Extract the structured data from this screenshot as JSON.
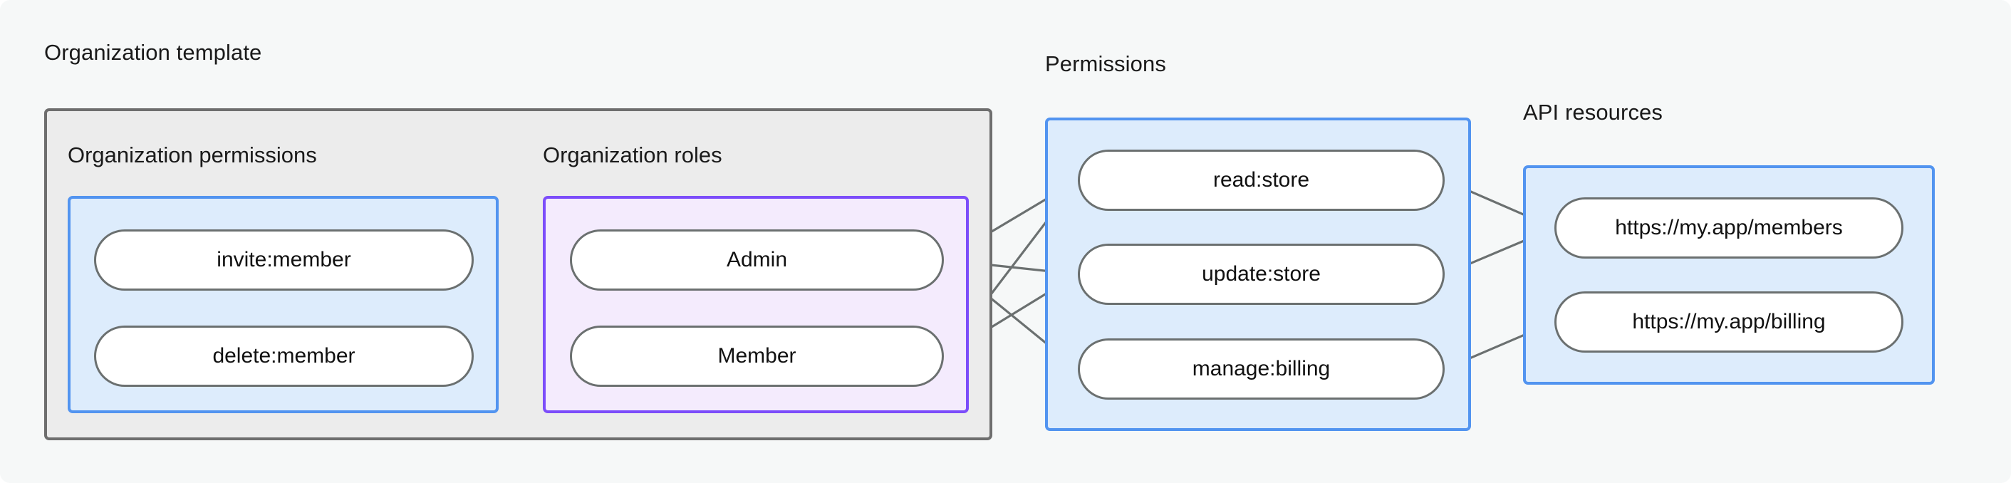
{
  "diagram": {
    "title_org_template": "Organization template",
    "title_permissions": "Permissions",
    "title_api_resources": "API resources",
    "subtitle_org_permissions": "Organization permissions",
    "subtitle_org_roles": "Organization roles",
    "colors": {
      "background": "#f6f8f8",
      "gray_box_fill": "#ececec",
      "gray_box_border": "#6e6e6e",
      "blue_box_fill": "#ddecfc",
      "blue_box_border": "#5294f0",
      "purple_box_fill": "#f4ebfd",
      "purple_box_border": "#7c4dfa",
      "node_fill": "#ffffff",
      "node_border": "#6b7070",
      "edge": "#6b7070",
      "text": "#111111"
    }
  },
  "nodes": {
    "org_permissions": [
      {
        "id": "invite-member",
        "label": "invite:member"
      },
      {
        "id": "delete-member",
        "label": "delete:member"
      }
    ],
    "org_roles": [
      {
        "id": "admin",
        "label": "Admin"
      },
      {
        "id": "member",
        "label": "Member"
      }
    ],
    "permissions": [
      {
        "id": "read-store",
        "label": "read:store"
      },
      {
        "id": "update-store",
        "label": "update:store"
      },
      {
        "id": "manage-billing",
        "label": "manage:billing"
      }
    ],
    "api_resources": [
      {
        "id": "members-url",
        "label": "https://my.app/members"
      },
      {
        "id": "billing-url",
        "label": "https://my.app/billing"
      }
    ]
  },
  "edges": [
    {
      "from": "invite-member",
      "to": "admin"
    },
    {
      "from": "invite-member",
      "to": "member"
    },
    {
      "from": "delete-member",
      "to": "member"
    },
    {
      "from": "admin",
      "to": "read-store"
    },
    {
      "from": "admin",
      "to": "update-store"
    },
    {
      "from": "admin",
      "to": "manage-billing"
    },
    {
      "from": "member",
      "to": "read-store"
    },
    {
      "from": "member",
      "to": "update-store"
    },
    {
      "from": "read-store",
      "to": "members-url"
    },
    {
      "from": "update-store",
      "to": "members-url"
    },
    {
      "from": "manage-billing",
      "to": "billing-url"
    }
  ]
}
